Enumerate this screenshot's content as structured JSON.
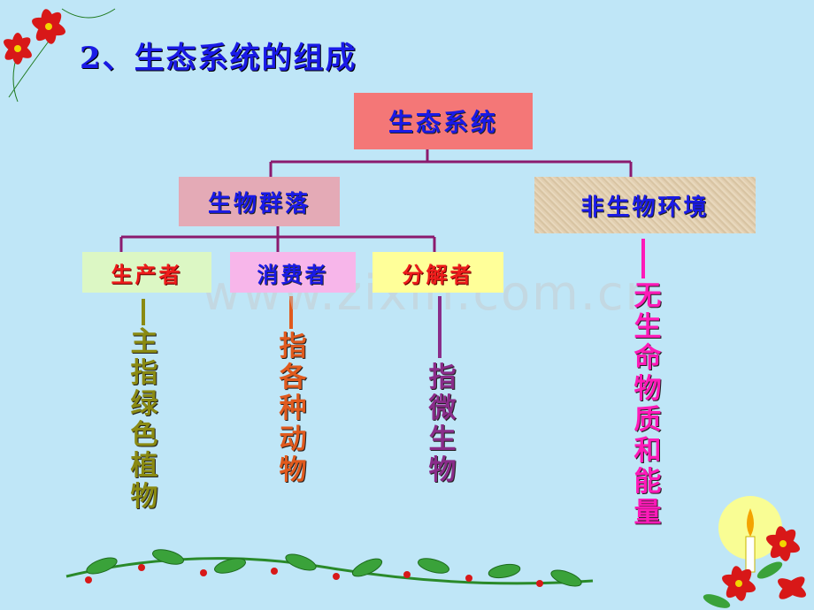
{
  "title": {
    "number": "2、",
    "text": "生态系统的组成"
  },
  "diagram": {
    "root": "生态系统",
    "community": "生物群落",
    "abiotic": "非生物环境",
    "producer": "生产者",
    "consumer": "消费者",
    "decomposer": "分解者",
    "producer_desc": "主指绿色植物",
    "consumer_desc": "指各种动物",
    "decomposer_desc": "指微生物",
    "abiotic_desc": "无生命物质和能量"
  },
  "watermark": "www.zixin.com.cn",
  "colors": {
    "background": "#bfe6f7",
    "title": "#1a1ae6",
    "connector": "#8b1a6e"
  },
  "decorations": [
    "poinsettia-flower",
    "holly-garland",
    "candle"
  ]
}
